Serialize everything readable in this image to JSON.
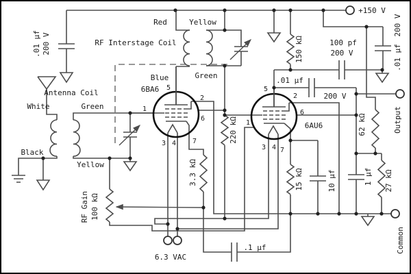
{
  "colors": {
    "background": "#ffffff",
    "wire": "#4d4d4d",
    "tube_outline": "#111111",
    "text": "#1a1a1a",
    "border": "#000000"
  },
  "supply": {
    "b_plus": "+150 V",
    "heater": "6.3 VAC",
    "output": "Output",
    "common": "Common"
  },
  "coils": {
    "interstage": {
      "name": "RF Interstage Coil",
      "lead_red": "Red",
      "lead_yellow": "Yellow",
      "lead_blue": "Blue",
      "lead_green": "Green"
    },
    "antenna": {
      "name": "Antenna Coil",
      "lead_white": "White",
      "lead_green": "Green",
      "lead_black": "Black",
      "lead_yellow": "Yellow"
    }
  },
  "tubes": {
    "t1": {
      "name": "6BA6",
      "pin1": "1",
      "pin2": "2",
      "pin3": "3",
      "pin4": "4",
      "pin5": "5",
      "pin6": "6",
      "pin7": "7"
    },
    "t2": {
      "name": "6AU6",
      "pin1": "1",
      "pin2": "2",
      "pin3": "3",
      "pin4": "4",
      "pin5": "5",
      "pin6": "6",
      "pin7": "7"
    }
  },
  "resistors": {
    "rf_gain_name": "RF Gain",
    "rf_gain_value": "100 kΩ",
    "r220": "220 kΩ",
    "r3_3": "3.3 kΩ",
    "r150": "150 kΩ",
    "r15": "15 kΩ",
    "r62": "62 kΩ",
    "r27": "27 kΩ"
  },
  "capacitors": {
    "c_in_value": ".01 µf",
    "c_in_voltage": "200 V",
    "c_bypass_right_value": ".01 µf",
    "c_bypass_right_voltage": "200 V",
    "c100_value": "100 pf",
    "c100_voltage": "200 V",
    "c_coupling_value": ".01 µf",
    "c_coupling_voltage": "200 V",
    "c10": "10 µf",
    "c1": "1 µf",
    "c_point1": ".1 µf"
  }
}
